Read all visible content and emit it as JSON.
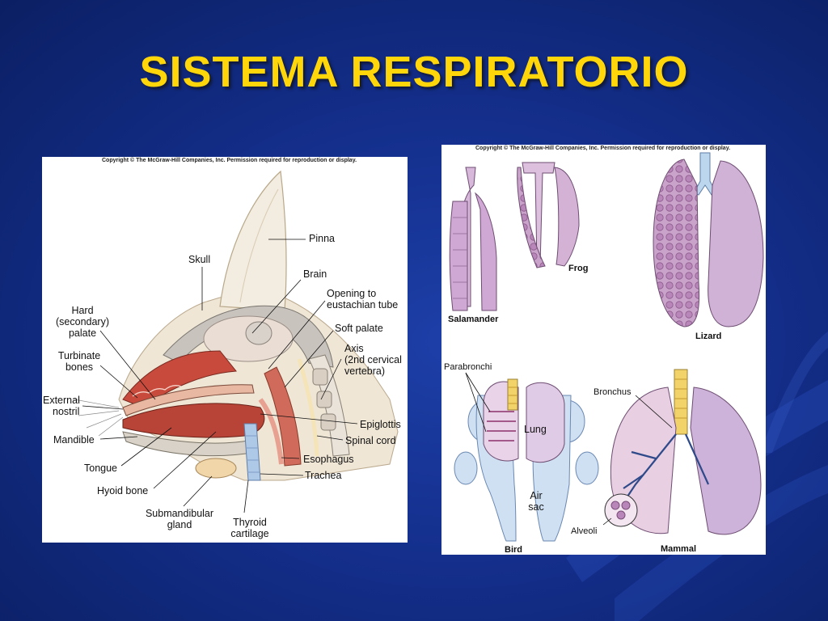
{
  "title": "SISTEMA RESPIRATORIO",
  "colors": {
    "background": "#142f8c",
    "title": "#ffd60a",
    "panel": "#ffffff"
  },
  "left_figure": {
    "copyright": "Copyright © The McGraw-Hill Companies, Inc. Permission required for reproduction or display.",
    "labels": {
      "pinna": "Pinna",
      "skull": "Skull",
      "brain": "Brain",
      "opening_line1": "Opening to",
      "opening_line2": "eustachian tube",
      "hard_line1": "Hard",
      "hard_line2": "(secondary)",
      "hard_line3": "palate",
      "soft_palate": "Soft palate",
      "axis_line1": "Axis",
      "axis_line2": "(2nd cervical",
      "axis_line3": "vertebra)",
      "turbinate_line1": "Turbinate",
      "turbinate_line2": "bones",
      "external_line1": "External",
      "external_line2": "nostril",
      "epiglottis": "Epiglottis",
      "spinal_cord": "Spinal cord",
      "mandible": "Mandible",
      "esophagus": "Esophagus",
      "tongue": "Tongue",
      "trachea": "Trachea",
      "hyoid_bone": "Hyoid bone",
      "submandibular_line1": "Submandibular",
      "submandibular_line2": "gland",
      "thyroid_line1": "Thyroid",
      "thyroid_line2": "cartilage"
    }
  },
  "right_figure": {
    "copyright": "Copyright © The McGraw-Hill Companies, Inc. Permission required for reproduction or display.",
    "labels": {
      "salamander": "Salamander",
      "frog": "Frog",
      "lizard": "Lizard",
      "parabronchi": "Parabronchi",
      "lung": "Lung",
      "air_sac_line1": "Air",
      "air_sac_line2": "sac",
      "bird": "Bird",
      "bronchus": "Bronchus",
      "alveoli": "Alveoli",
      "mammal": "Mammal"
    }
  }
}
